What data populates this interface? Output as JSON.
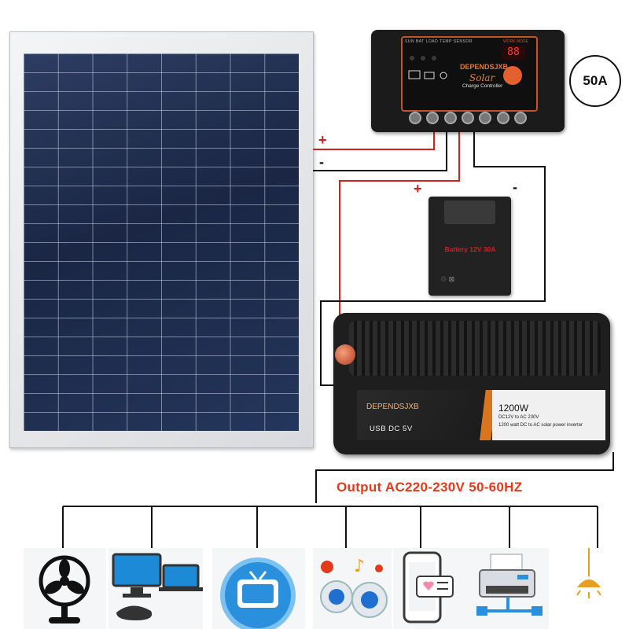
{
  "controller": {
    "indicator_labels": "SUN   BAT   LOAD   TEMP SENSOR",
    "work_mode_label": "WORK MODE",
    "brand": "DEPENDSJXB",
    "product": "Solar",
    "subtitle": "Charge Controller",
    "display_value": "88"
  },
  "current_rating": "50A",
  "battery": {
    "label": "Battery  12V 30A"
  },
  "inverter": {
    "brand": "DEPENDSJXB",
    "usb_label": "USB  DC  5V",
    "wattage": "1200W",
    "desc_line1": "DC12V to AC 230V",
    "desc_line2": "1200 watt DC to AC solar power inverter"
  },
  "polarity": {
    "plus": "+",
    "minus": "-"
  },
  "output_text": "Output  AC220-230V 50-60HZ",
  "appliances": [
    "fan-icon",
    "computer-icon",
    "tv-icon",
    "speaker-icon",
    "smartphone-icon",
    "printer-icon",
    "lamp-icon"
  ],
  "colors": {
    "wire_red": "#d62020",
    "wire_black": "#111111",
    "accent_orange": "#e07b39",
    "output_red": "#e23a1a"
  }
}
